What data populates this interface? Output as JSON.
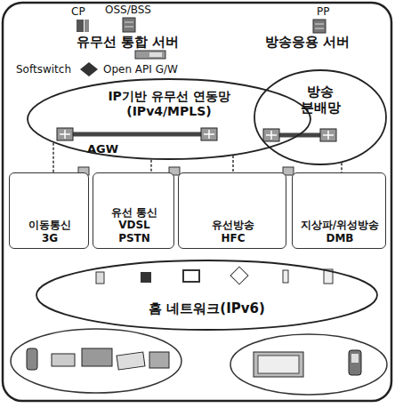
{
  "diagram": {
    "nodes": [
      {
        "text": [
          "IP기반 유무선 연동망 (IPv4/MPLS)"
        ]
      },
      {
        "text": [
          "방송 분배망"
        ]
      },
      {
        "text": [
          "이동통신 3G"
        ]
      },
      {
        "text": [
          "유선 통신 VDSL PSTN"
        ]
      },
      {
        "text": [
          "유선방송 HFC"
        ]
      },
      {
        "text": [
          "지상파/위성방송 DMB"
        ]
      },
      {
        "text": [
          "홈 네트워크(IPv6)"
        ]
      }
    ],
    "edges": [
      {
        "from": 0,
        "to": 2,
        "arrow": "none"
      },
      {
        "from": 0,
        "to": 3,
        "arrow": "none"
      },
      {
        "from": 0,
        "to": 4,
        "arrow": "none"
      },
      {
        "from": 1,
        "to": 5,
        "arrow": "none"
      }
    ],
    "labels": [
      "CP",
      "OSS/BSS",
      "유무선 통합 서버",
      "PP",
      "방송응용 서버",
      "Softswitch",
      "Open API G/W",
      "AGW"
    ]
  }
}
